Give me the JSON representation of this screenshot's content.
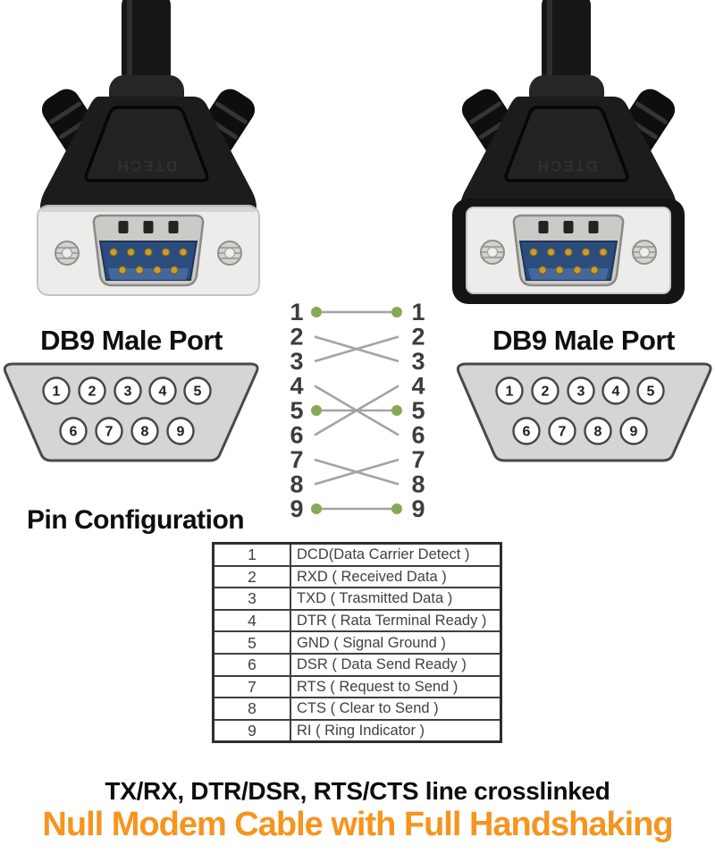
{
  "colors": {
    "accent_orange": "#F7941E",
    "wire_line_gray": "#A3A3A3",
    "solder_dot_green": "#87A957",
    "diagram_fill_gray": "#D5D5D5",
    "table_text_gray": "#414141"
  },
  "connectors": {
    "brand_text": "DTECH"
  },
  "labels": {
    "left_port": "DB9 Male Port",
    "right_port": "DB9 Male Port",
    "pin_configuration": "Pin Configuration"
  },
  "port_diagram": {
    "top_row_pins": [
      "1",
      "2",
      "3",
      "4",
      "5"
    ],
    "bottom_row_pins": [
      "6",
      "7",
      "8",
      "9"
    ]
  },
  "wiring": {
    "left_pins": [
      "1",
      "2",
      "3",
      "4",
      "5",
      "6",
      "7",
      "8",
      "9"
    ],
    "right_pins": [
      "1",
      "2",
      "3",
      "4",
      "5",
      "6",
      "7",
      "8",
      "9"
    ],
    "connections": [
      {
        "from": 1,
        "to": 1,
        "solder_dots": true
      },
      {
        "from": 2,
        "to": 3,
        "solder_dots": false
      },
      {
        "from": 3,
        "to": 2,
        "solder_dots": false
      },
      {
        "from": 4,
        "to": 6,
        "solder_dots": false
      },
      {
        "from": 5,
        "to": 5,
        "solder_dots": true
      },
      {
        "from": 6,
        "to": 4,
        "solder_dots": false
      },
      {
        "from": 7,
        "to": 8,
        "solder_dots": false
      },
      {
        "from": 8,
        "to": 7,
        "solder_dots": false
      },
      {
        "from": 9,
        "to": 9,
        "solder_dots": true
      }
    ]
  },
  "pin_table": {
    "rows": [
      {
        "pin": "1",
        "signal": "DCD(Data Carrier Detect )"
      },
      {
        "pin": "2",
        "signal": "RXD ( Received Data )"
      },
      {
        "pin": "3",
        "signal": "TXD ( Trasmitted Data )"
      },
      {
        "pin": "4",
        "signal": "DTR ( Rata Terminal Ready )"
      },
      {
        "pin": "5",
        "signal": "GND ( Signal Ground )"
      },
      {
        "pin": "6",
        "signal": "DSR ( Data Send Ready )"
      },
      {
        "pin": "7",
        "signal": "RTS ( Request to Send )"
      },
      {
        "pin": "8",
        "signal": "CTS ( Clear to Send )"
      },
      {
        "pin": "9",
        "signal": "RI ( Ring Indicator )"
      }
    ]
  },
  "footer": {
    "line1": "TX/RX, DTR/DSR, RTS/CTS line crosslinked",
    "line2": "Null Modem Cable with Full Handshaking"
  }
}
